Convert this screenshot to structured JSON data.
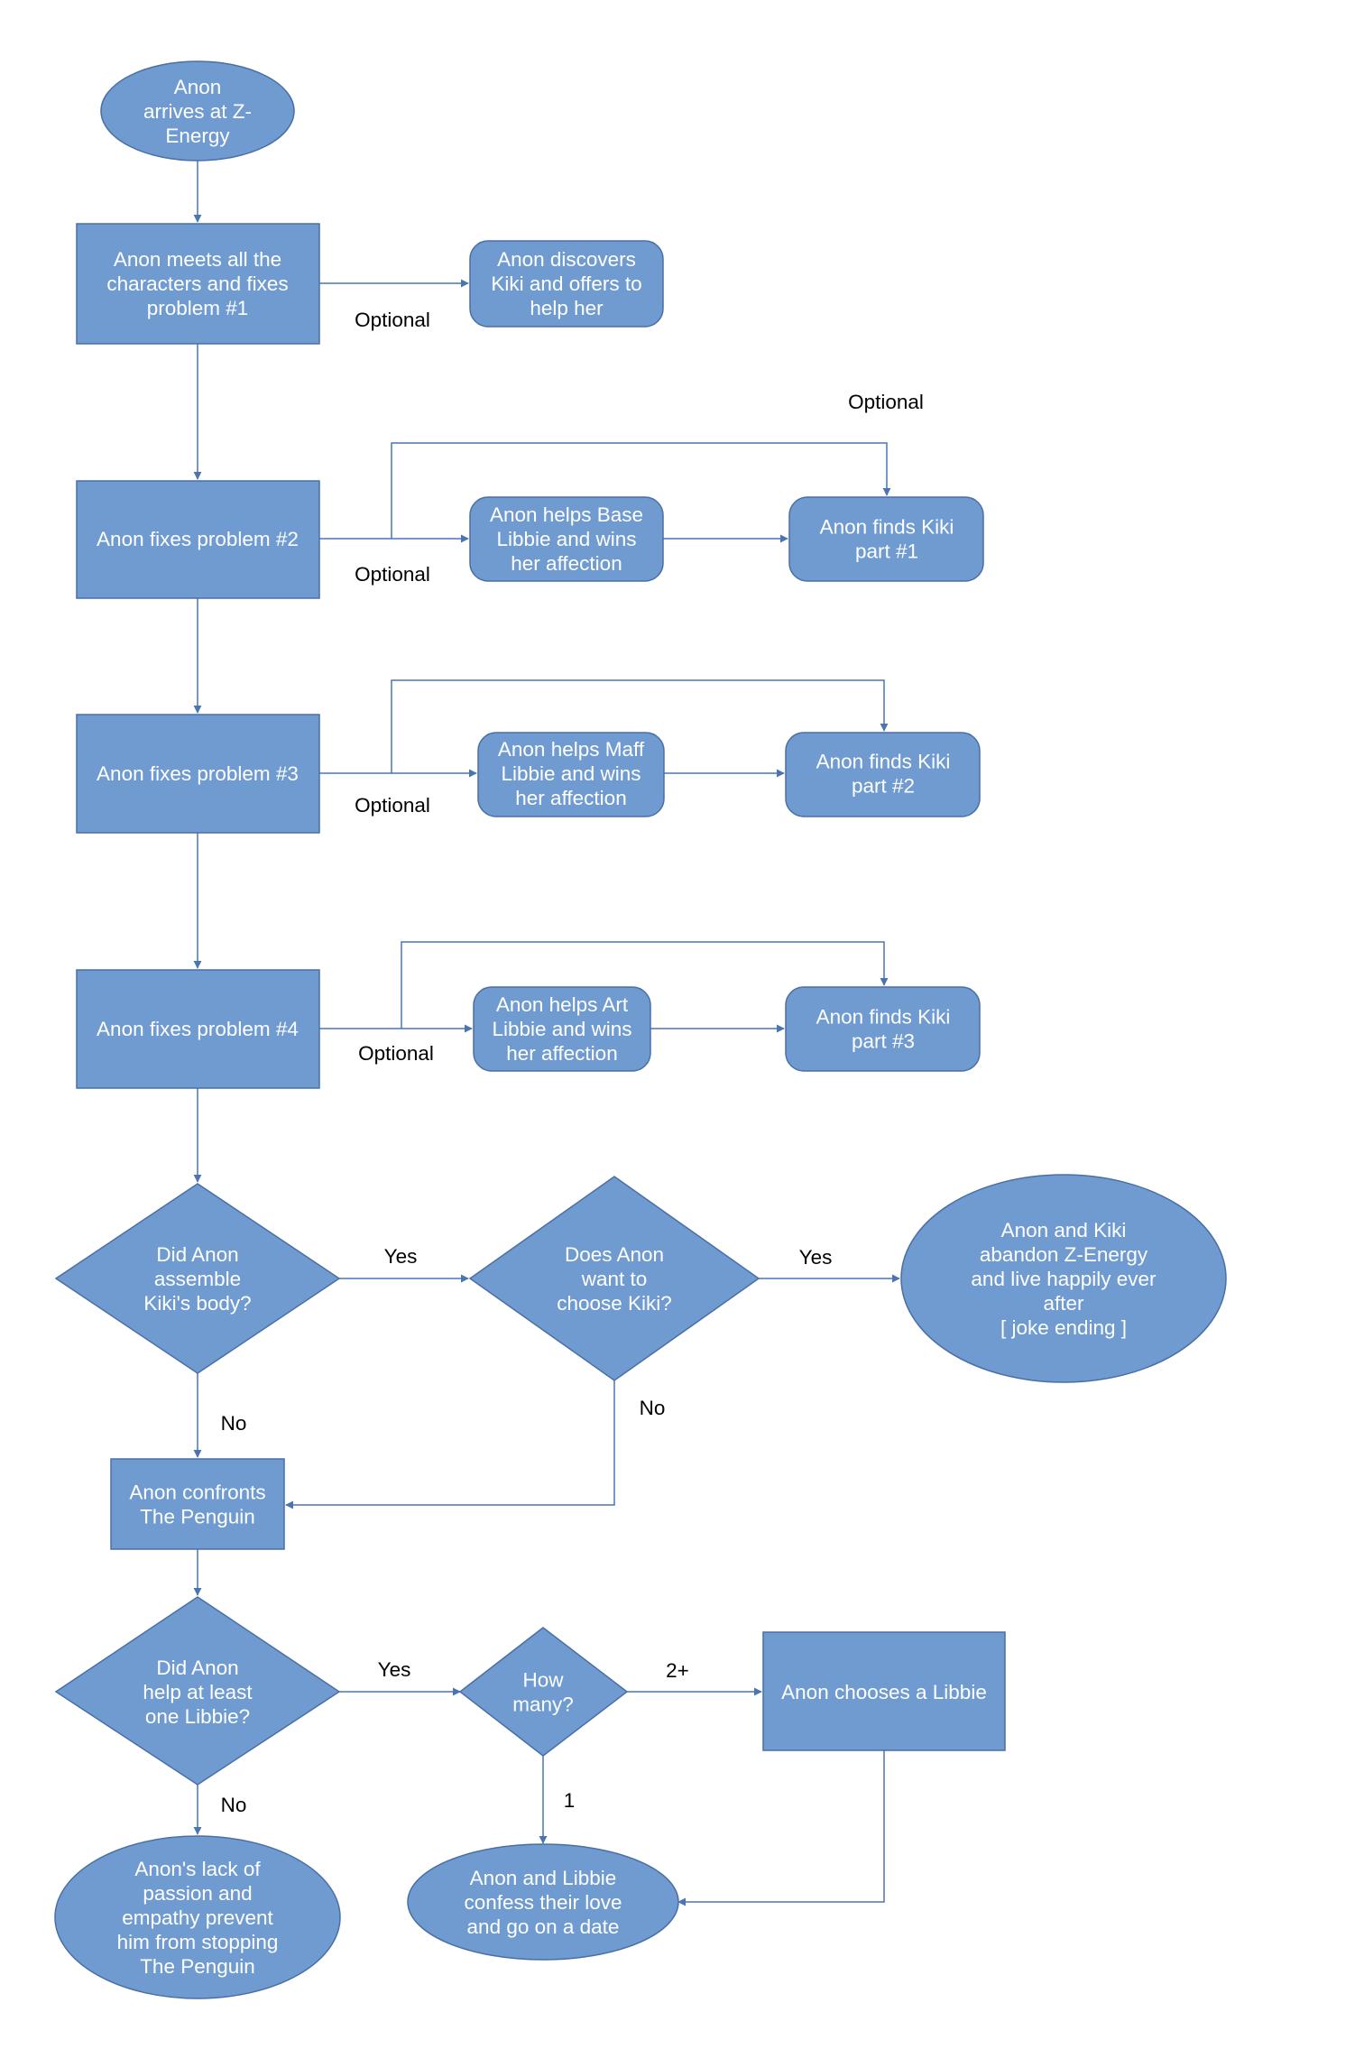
{
  "colors": {
    "node_fill": "#6f9bd0",
    "node_stroke": "#4a6fa5",
    "edge": "#4a75b0",
    "label": "#000000"
  },
  "nodes": {
    "start": [
      "Anon",
      "arrives at Z-",
      "Energy"
    ],
    "meets": [
      "Anon meets all the",
      "characters and fixes",
      "problem #1"
    ],
    "discovers_kiki": [
      "Anon discovers",
      "Kiki and offers to",
      "help her"
    ],
    "fix2": [
      "Anon fixes problem #2"
    ],
    "base_libbie": [
      "Anon helps Base",
      "Libbie and wins",
      "her affection"
    ],
    "kiki1": [
      "Anon finds Kiki",
      "part #1"
    ],
    "fix3": [
      "Anon fixes problem #3"
    ],
    "maff_libbie": [
      "Anon helps Maff",
      "Libbie and wins",
      "her affection"
    ],
    "kiki2": [
      "Anon finds Kiki",
      "part #2"
    ],
    "fix4": [
      "Anon fixes problem #4"
    ],
    "art_libbie": [
      "Anon helps Art",
      "Libbie and wins",
      "her affection"
    ],
    "kiki3": [
      "Anon finds Kiki",
      "part #3"
    ],
    "assemble": [
      "Did Anon",
      "assemble",
      "Kiki's body?"
    ],
    "choose_kiki": [
      "Does Anon",
      "want to",
      "choose Kiki?"
    ],
    "joke_ending": [
      "Anon and Kiki",
      "abandon Z-Energy",
      "and live happily ever",
      "after",
      "[ joke ending ]"
    ],
    "confront": [
      "Anon confronts",
      "The Penguin"
    ],
    "help_libbie": [
      "Did Anon",
      "help at least",
      "one Libbie?"
    ],
    "how_many": [
      "How",
      "many?"
    ],
    "chooses_libbie": [
      "Anon chooses a Libbie"
    ],
    "bad_ending": [
      "Anon's lack of",
      "passion and",
      "empathy prevent",
      "him from stopping",
      "The Penguin"
    ],
    "date_ending": [
      "Anon and Libbie",
      "confess their love",
      "and go on a date"
    ]
  },
  "edge_labels": {
    "optional_1": "Optional",
    "optional_kiki1": "Optional",
    "optional_2": "Optional",
    "optional_3": "Optional",
    "optional_4": "Optional",
    "yes_assemble": "Yes",
    "yes_choose": "Yes",
    "no_assemble": "No",
    "no_choose": "No",
    "yes_help": "Yes",
    "no_help": "No",
    "two_plus": "2+",
    "one": "1"
  }
}
